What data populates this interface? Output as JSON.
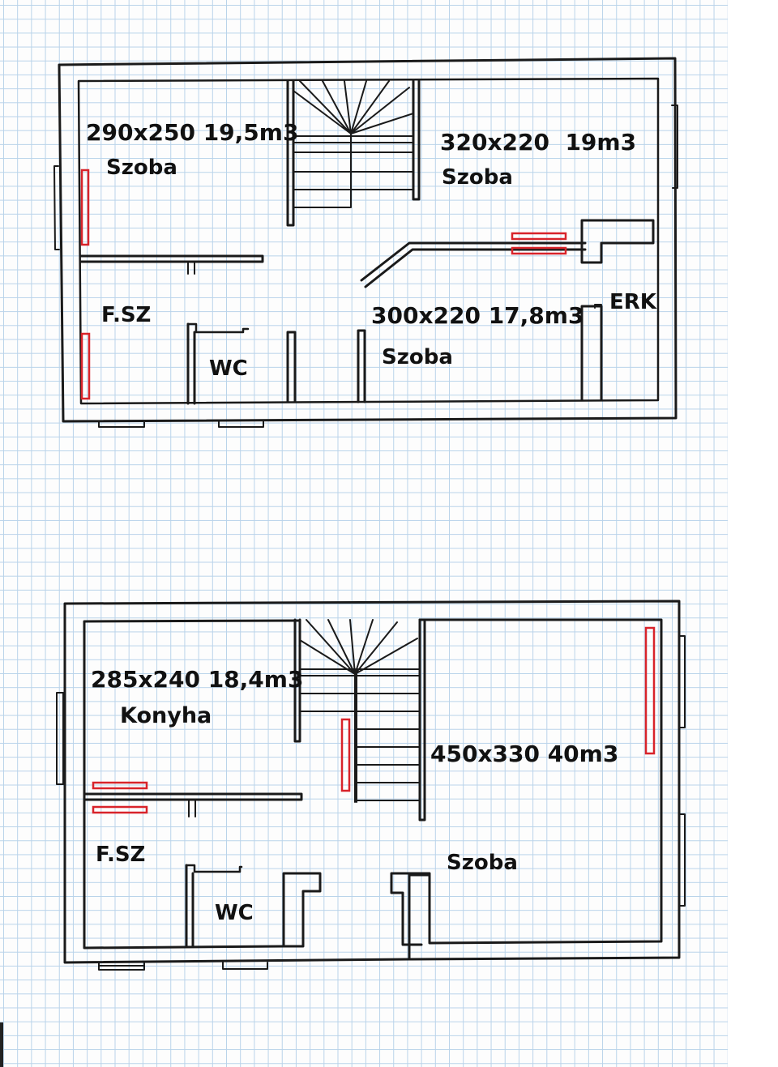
{
  "upper_floor": {
    "room_nw": {
      "dims": "290x250 19,5m3",
      "name": "Szoba"
    },
    "room_ne": {
      "dims": "320x220  19m3",
      "name": "Szoba"
    },
    "room_se": {
      "dims": "300x220 17,8m3",
      "name": "Szoba"
    },
    "hallway_label": "F.SZ",
    "wc_label": "WC",
    "balcony_label": "ERK"
  },
  "ground_floor": {
    "kitchen": {
      "dims": "285x240 18,4m3",
      "name": "Konyha"
    },
    "room_east": {
      "dims": "450x330 40m3",
      "name": "Szoba"
    },
    "hallway_label": "F.SZ",
    "wc_label": "WC"
  },
  "colors": {
    "ink": "#1a1a1a",
    "radiator": "#d8232a",
    "grid": "#b9d3ea",
    "paper": "#fdfdfd"
  }
}
